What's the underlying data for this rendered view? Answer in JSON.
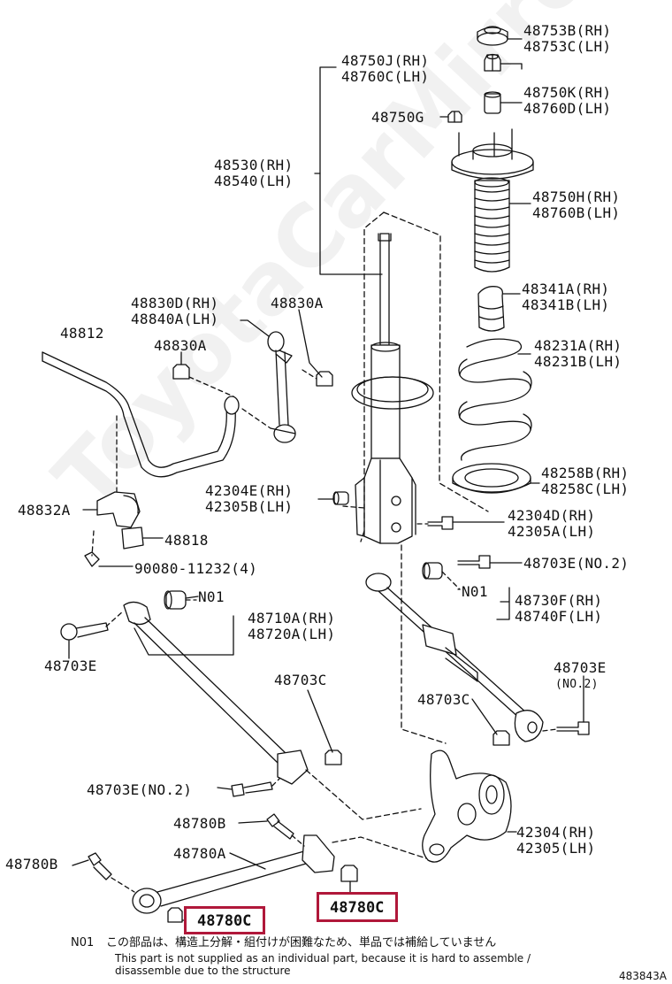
{
  "watermark": "ToyotaCarMirror.ru",
  "labels": {
    "p48753": [
      "48753B(RH)",
      "48753C(LH)"
    ],
    "p48750j": [
      "48750J(RH)",
      "48760C(LH)"
    ],
    "p48750k": [
      "48750K(RH)",
      "48760D(LH)"
    ],
    "p48750g": "48750G",
    "p48530": [
      "48530(RH)",
      "48540(LH)"
    ],
    "p48750h": [
      "48750H(RH)",
      "48760B(LH)"
    ],
    "p48830d": [
      "48830D(RH)",
      "48840A(LH)"
    ],
    "p48830a_top": "48830A",
    "p48341a": [
      "48341A(RH)",
      "48341B(LH)"
    ],
    "p48812": "48812",
    "p48830a_mid": "48830A",
    "p48231a": [
      "48231A(RH)",
      "48231B(LH)"
    ],
    "p48258b": [
      "48258B(RH)",
      "48258C(LH)"
    ],
    "p42304e": [
      "42304E(RH)",
      "42305B(LH)"
    ],
    "p48832a": "48832A",
    "p42304d": [
      "42304D(RH)",
      "42305A(LH)"
    ],
    "p48818": "48818",
    "p90080": "90080-11232(4)",
    "p48703e_no2_top": "48703E(NO.2)",
    "n01_left": "N01",
    "n01_right": "N01",
    "p48730f": [
      "48730F(RH)",
      "48740F(LH)"
    ],
    "p48710a": [
      "48710A(RH)",
      "48720A(LH)"
    ],
    "p48703e_left": "48703E",
    "p48703e_right": "48703E",
    "p48703e_right_sub": "(NO.2)",
    "p48703c_mid": "48703C",
    "p48703c_right": "48703C",
    "p48703e_no2_bottom": "48703E(NO.2)",
    "p48780b_upper": "48780B",
    "p42304": [
      "42304(RH)",
      "42305(LH)"
    ],
    "p48780a": "48780A",
    "p48780b_left": "48780B",
    "p48780c_left": "48780C",
    "p48780c_right": "48780C"
  },
  "note": {
    "code": "N01",
    "japanese": "この部品は、構造上分解・組付けが困難なため、単品では補給していません",
    "english_line1": "This part is not supplied as an individual part, because it is hard to assemble /",
    "english_line2": "disassemble due to the structure"
  },
  "figure_id": "483843A",
  "colors": {
    "line": "#111111",
    "highlight": "#b0183a",
    "background": "#ffffff"
  }
}
